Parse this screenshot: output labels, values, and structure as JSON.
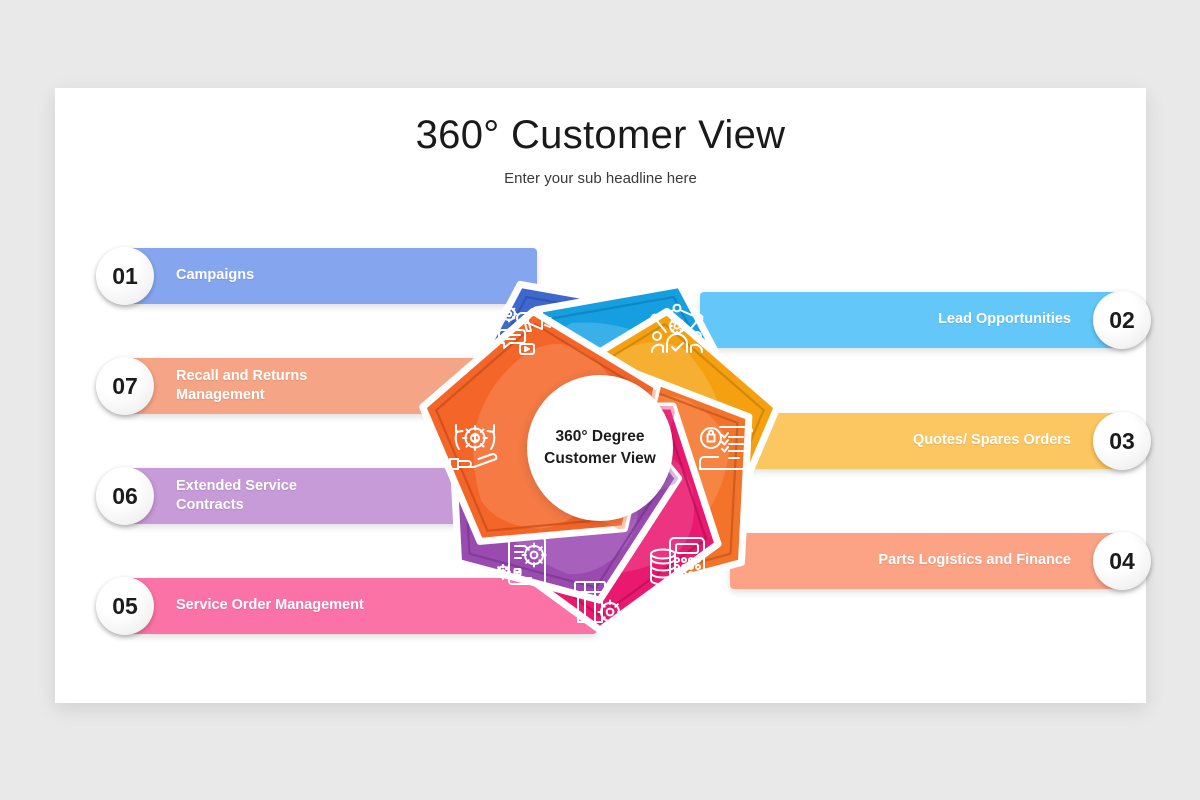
{
  "slide": {
    "title": "360° Customer View",
    "subtitle": "Enter your sub headline here",
    "background_color": "#e9e9ea",
    "card_color": "#ffffff"
  },
  "hub": {
    "line1": "360° Degree",
    "line2": "Customer View",
    "fill": "#ffffff"
  },
  "items": [
    {
      "number": "01",
      "label": "Campaigns",
      "side": "left",
      "bar_color": "#85a6ef",
      "petal_color": "#3f68cf",
      "petal_light": "#5f85df",
      "icon": "megaphone-gear-icon"
    },
    {
      "number": "02",
      "label": "Lead Opportunities",
      "side": "right",
      "bar_color": "#63c8f9",
      "petal_color": "#169fe0",
      "petal_light": "#54bdee",
      "icon": "customer-network-icon"
    },
    {
      "number": "03",
      "label": "Quotes/ Spares Orders",
      "side": "right",
      "bar_color": "#fcc661",
      "petal_color": "#f5a011",
      "petal_light": "#f8b846",
      "icon": "quote-checklist-icon"
    },
    {
      "number": "04",
      "label": "Parts Logistics and Finance",
      "side": "right",
      "bar_color": "#fca385",
      "petal_color": "#f4732a",
      "petal_light": "#f79055",
      "icon": "coins-calculator-icon"
    },
    {
      "number": "05",
      "label": "Service Order Management",
      "side": "left",
      "bar_color": "#fb72a7",
      "petal_color": "#e8196e",
      "petal_light": "#f0488e",
      "icon": "service-gear-icon"
    },
    {
      "number": "06",
      "label": "Extended Service Contracts",
      "side": "left",
      "bar_color": "#c79ad8",
      "petal_color": "#9a4bb0",
      "petal_light": "#b06ec4",
      "icon": "contract-gear-icon"
    },
    {
      "number": "07",
      "label": "Recall and Returns Management",
      "side": "left",
      "bar_color": "#f5a585",
      "petal_color": "#f4652a",
      "petal_light": "#f78a58",
      "icon": "hand-gear-money-icon"
    }
  ]
}
